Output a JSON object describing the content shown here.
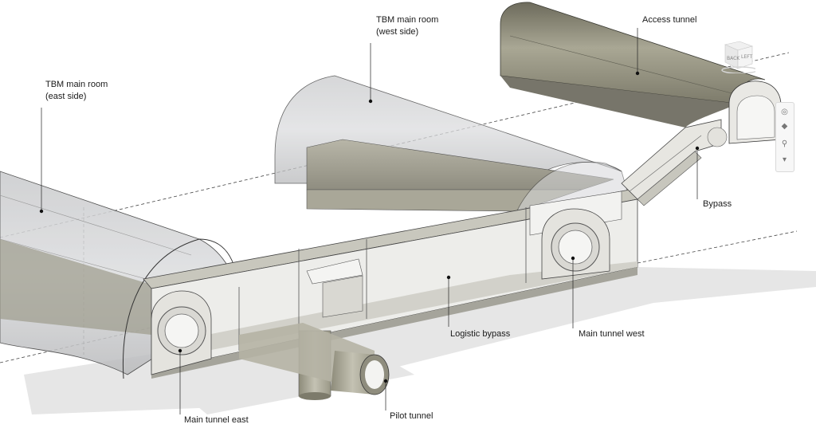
{
  "labels": {
    "tbm_east": [
      "TBM main room",
      "(east side)"
    ],
    "tbm_west": [
      "TBM main room",
      "(west side)"
    ],
    "access_tunnel": "Access tunnel",
    "bypass": "Bypass",
    "logistic_bypass": "Logistic bypass",
    "main_tunnel_west": "Main tunnel west",
    "main_tunnel_east": "Main tunnel east",
    "pilot_tunnel": "Pilot tunnel"
  },
  "viewcube": {
    "back": "BACK",
    "left": "LEFT"
  },
  "navbar": {
    "icons": [
      "orbit-icon",
      "pan-icon",
      "zoom-icon",
      "chevron-down-icon"
    ]
  },
  "colors": {
    "concrete": "#e9e9e6",
    "concrete_dark": "#bdbcb6",
    "tunnel_shell": "#8d8b7a",
    "ghost_shell": "#d3d4d6",
    "shadow": "#e4e4e4",
    "line": "#2b2b2b"
  }
}
